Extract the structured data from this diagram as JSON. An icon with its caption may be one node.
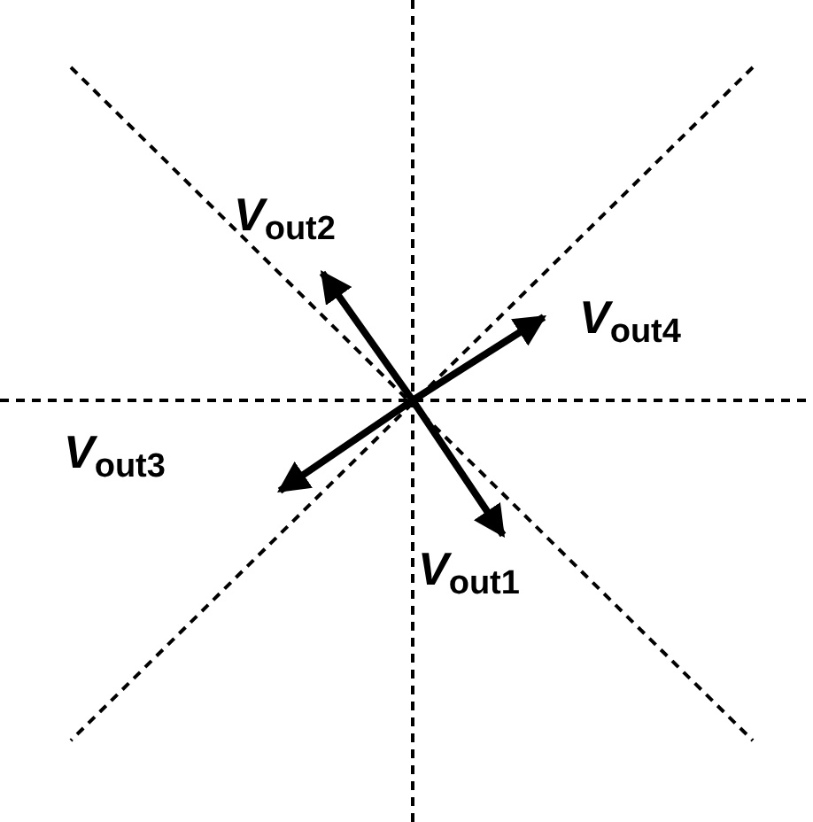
{
  "diagram": {
    "labels": [
      "*V*$_{out2}$",
      "*V*$_{out4}$",
      "*V*$_{out3}$",
      "*V*$_{out1}$"
    ]
  }
}
